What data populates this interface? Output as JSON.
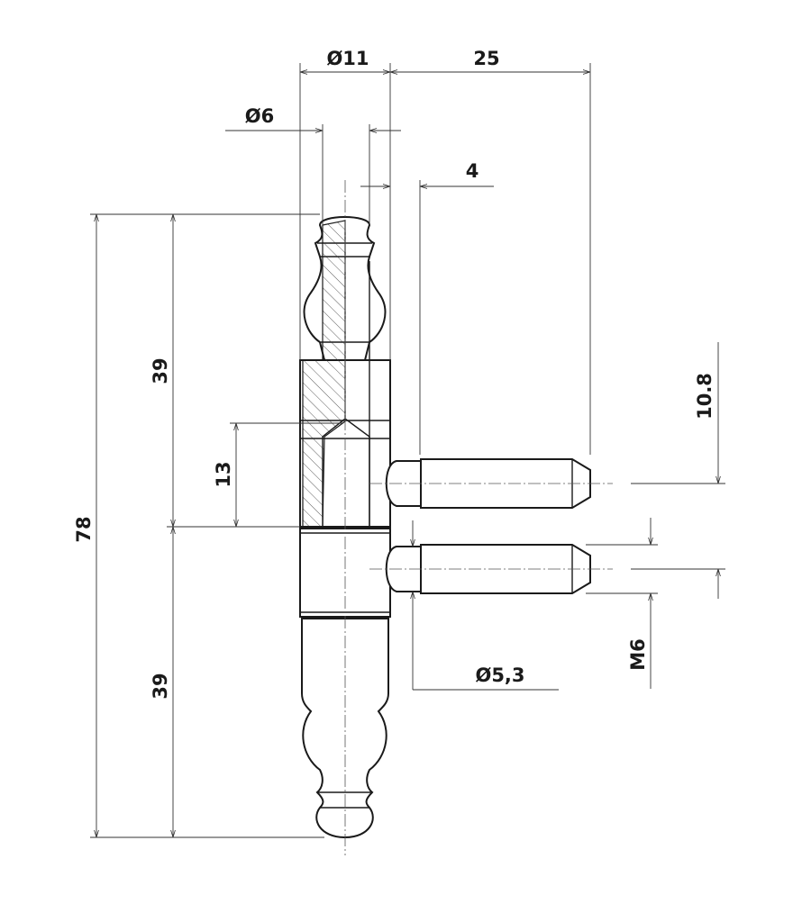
{
  "drawing": {
    "labels": {
      "dia_outer": "Ø11",
      "offset_25": "25",
      "dia_inner": "Ø6",
      "gap_4": "4",
      "upper_39": "39",
      "height_13": "13",
      "total_78": "78",
      "lower_39": "39",
      "pin_spacing": "10.8",
      "thread": "M6",
      "dia_pin": "Ø5,3"
    }
  }
}
